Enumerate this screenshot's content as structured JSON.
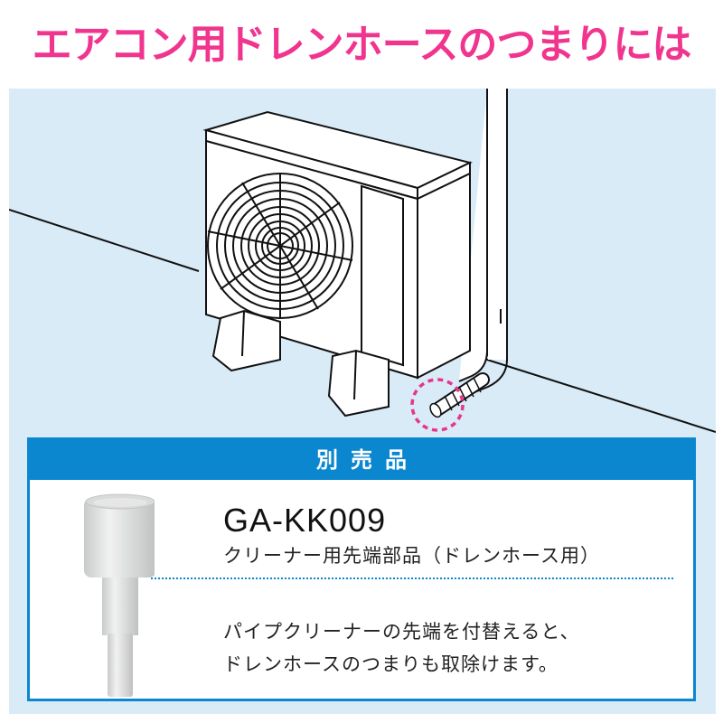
{
  "headline": "エアコン用ドレンホースのつまりには",
  "illustration": {
    "subject": "air-conditioner-outdoor-unit",
    "highlight": "drain-hose-tip",
    "highlight_color": "#e8348a",
    "background_color": "#d8ebf7"
  },
  "panel": {
    "header": "別売品",
    "accent_color": "#0a87cf",
    "product": {
      "model": "GA-KK009",
      "name": "クリーナー用先端部品（ドレンホース用）",
      "description_lines": [
        "パイプクリーナーの先端を付替えると、",
        "ドレンホースのつまりも取除けます。"
      ]
    }
  }
}
